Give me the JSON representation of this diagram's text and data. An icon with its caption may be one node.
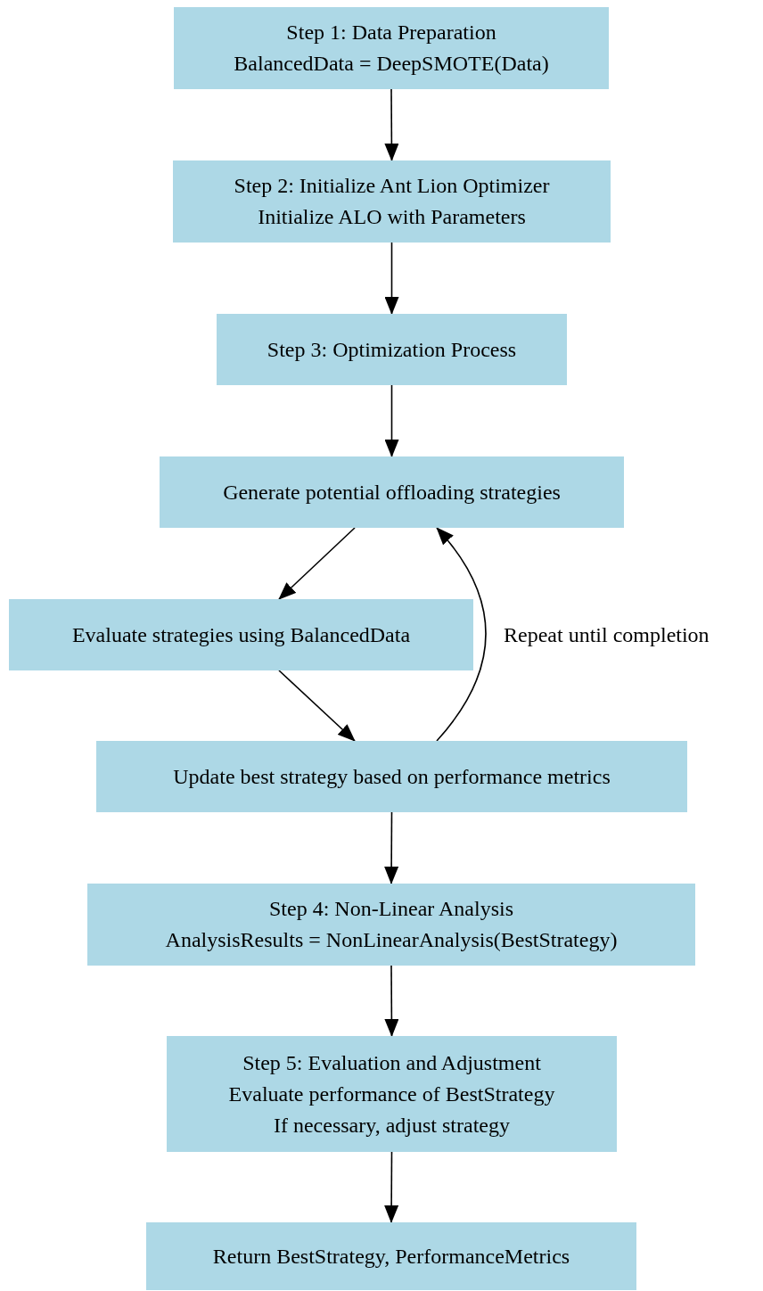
{
  "diagram": {
    "nodes": [
      {
        "text": [
          "Step 1: Data Preparation",
          "BalancedData = DeepSMOTE(Data)"
        ]
      },
      {
        "text": [
          "Step 2: Initialize Ant Lion Optimizer",
          "Initialize ALO with Parameters"
        ]
      },
      {
        "text": [
          "Step 3: Optimization Process"
        ]
      },
      {
        "text": [
          "Generate potential offloading strategies"
        ]
      },
      {
        "text": [
          "Evaluate strategies using BalancedData"
        ]
      },
      {
        "text": [
          "Update best strategy based on performance metrics"
        ]
      },
      {
        "text": [
          "Step 4: Non-Linear Analysis",
          "AnalysisResults = NonLinearAnalysis(BestStrategy)"
        ]
      },
      {
        "text": [
          "Step 5: Evaluation and Adjustment",
          "Evaluate performance of BestStrategy",
          "If necessary, adjust strategy"
        ]
      },
      {
        "text": [
          "Return BestStrategy, PerformanceMetrics"
        ]
      }
    ],
    "edges": [
      {
        "from": 0,
        "to": 1,
        "arrow": "to"
      },
      {
        "from": 1,
        "to": 2,
        "arrow": "to"
      },
      {
        "from": 2,
        "to": 3,
        "arrow": "to"
      },
      {
        "from": 3,
        "to": 4,
        "arrow": "to"
      },
      {
        "from": 4,
        "to": 5,
        "arrow": "to"
      },
      {
        "from": 5,
        "to": 3,
        "arrow": "to",
        "label": "Repeat until completion"
      },
      {
        "from": 5,
        "to": 6,
        "arrow": "to"
      },
      {
        "from": 6,
        "to": 7,
        "arrow": "to"
      },
      {
        "from": 7,
        "to": 8,
        "arrow": "to"
      }
    ]
  }
}
